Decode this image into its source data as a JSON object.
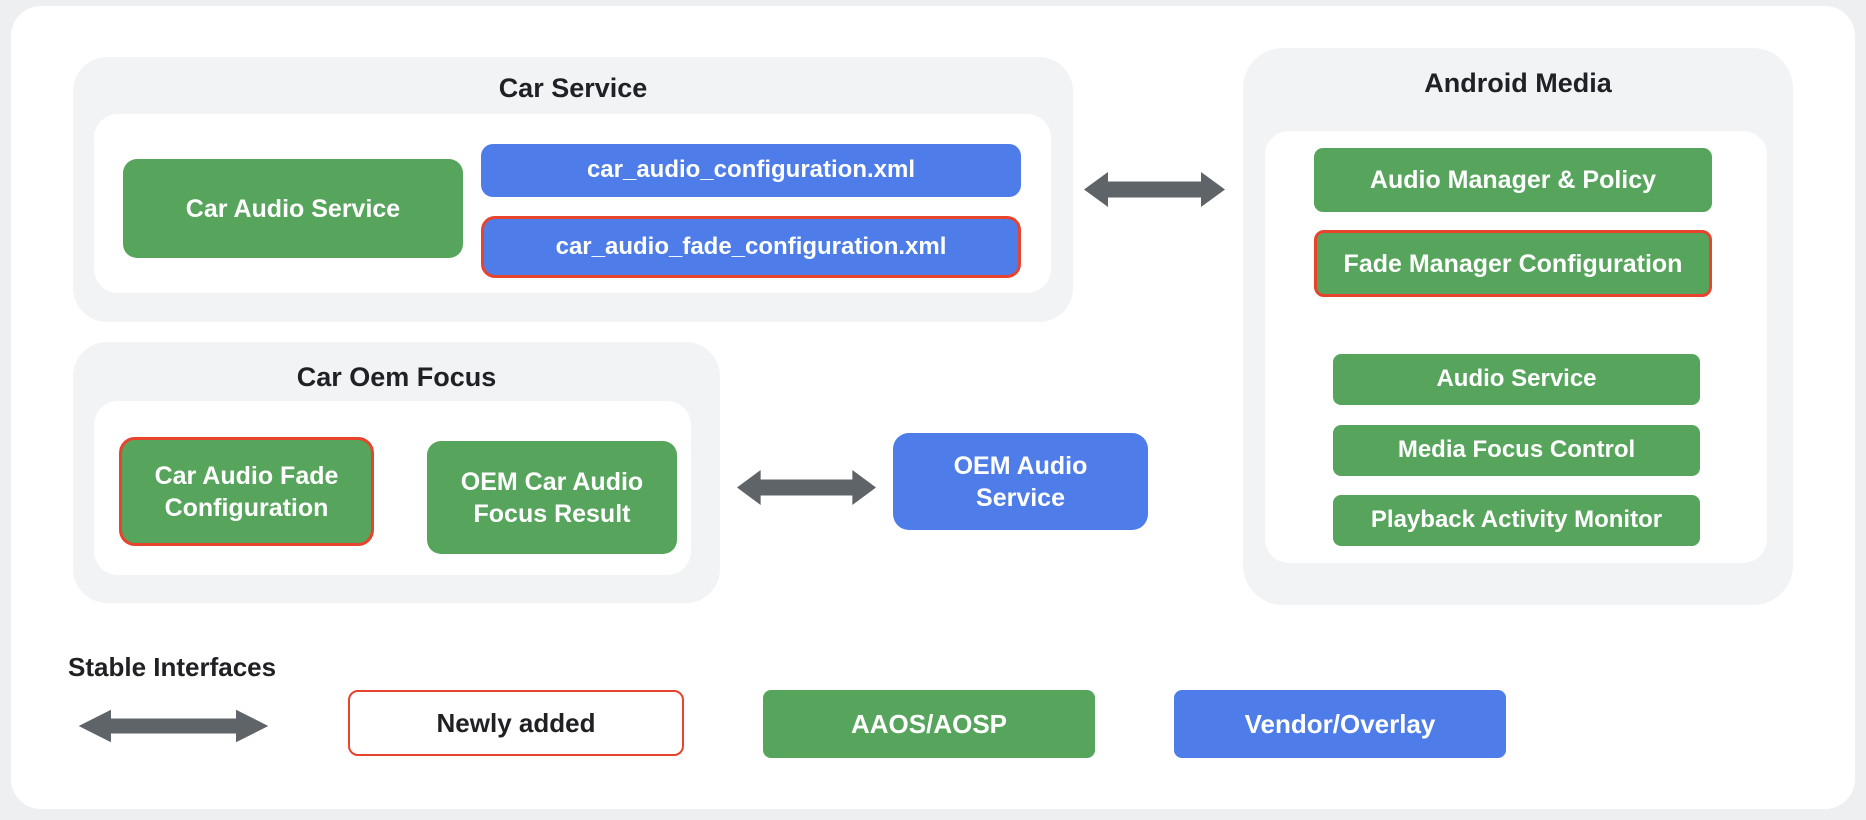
{
  "colors": {
    "green_aaos": "#57a55c",
    "blue_vendor": "#4e7de9",
    "red_new": "#e8432c",
    "arrow_gray": "#5f6469",
    "panel_gray": "#f2f3f4",
    "text_dark": "#202124",
    "card_white": "#ffffff",
    "page_background": "#edeff1"
  },
  "groups": {
    "car_service": {
      "title": "Car Service",
      "items": {
        "car_audio_service": "Car Audio Service",
        "car_audio_configuration": "car_audio_configuration.xml",
        "car_audio_fade_configuration": "car_audio_fade_configuration.xml"
      }
    },
    "car_oem_focus": {
      "title": "Car Oem Focus",
      "items": {
        "car_audio_fade_configuration": "Car Audio Fade Configuration",
        "oem_car_audio_focus_result": "OEM Car Audio Focus Result"
      }
    },
    "android_media": {
      "title": "Android Media",
      "items": {
        "audio_manager_policy": "Audio Manager & Policy",
        "fade_manager_configuration": "Fade Manager Configuration",
        "audio_service": "Audio Service",
        "media_focus_control": "Media Focus Control",
        "playback_activity_monitor": "Playback Activity Monitor"
      }
    },
    "oem_audio_service": "OEM Audio Service"
  },
  "icons": {
    "double_arrow": "double-headed-arrow"
  },
  "legend": {
    "stable_interfaces": "Stable Interfaces",
    "newly_added": "Newly added",
    "aaos_aosp": "AAOS/AOSP",
    "vendor_overlay": "Vendor/Overlay"
  }
}
